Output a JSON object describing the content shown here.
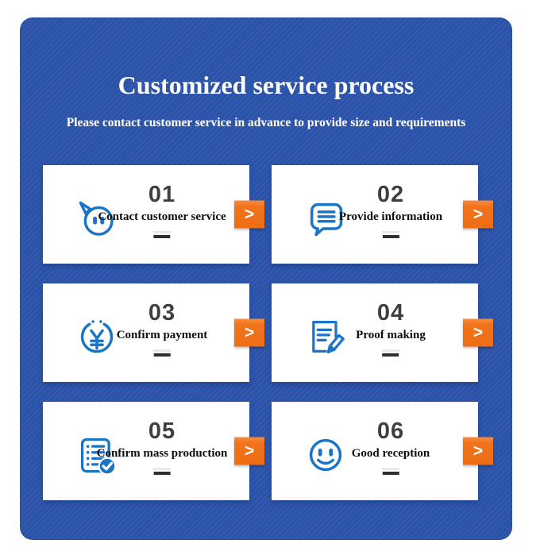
{
  "header": {
    "title": "Customized service process",
    "subtitle": "Please contact customer service in advance to provide size and requirements"
  },
  "colors": {
    "panel_blue": "#2b53a9",
    "card_white": "#ffffff",
    "icon_blue": "#1b74c5",
    "number_gray": "#3f3f3f",
    "label_black": "#0e0e0e",
    "accent_orange": "#f1731c"
  },
  "controls": {
    "arrow_label": ">"
  },
  "steps": [
    {
      "number": "01",
      "label": "Contact customer service",
      "icon": "chat-face-icon"
    },
    {
      "number": "02",
      "label": "Provide information",
      "icon": "message-bubble-icon"
    },
    {
      "number": "03",
      "label": "Confirm payment",
      "icon": "yuan-coin-icon"
    },
    {
      "number": "04",
      "label": "Proof making",
      "icon": "document-pencil-icon"
    },
    {
      "number": "05",
      "label": "Confirm mass production",
      "icon": "checklist-check-icon"
    },
    {
      "number": "06",
      "label": "Good reception",
      "icon": "smiley-face-icon"
    }
  ]
}
